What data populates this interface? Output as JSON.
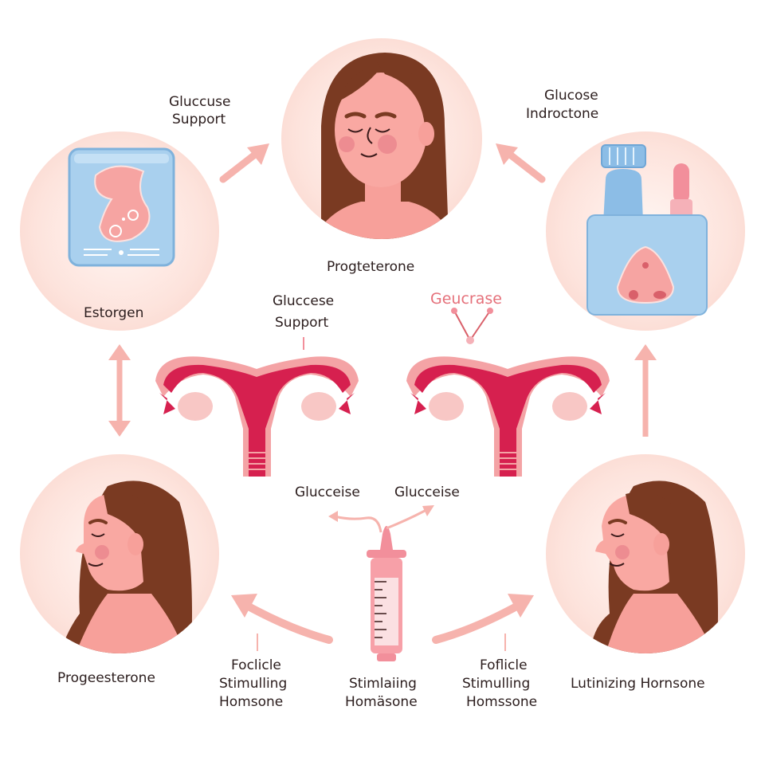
{
  "diagram": {
    "type": "hormone-cycle-infographic",
    "colors": {
      "background": "#ffffff",
      "circle_fill": "#fde3dc",
      "skin": "#f7a09a",
      "hair": "#7a3a22",
      "uterus_dark": "#d6204f",
      "uterus_light": "#f4a3a5",
      "arrow": "#f6b3ad",
      "package_blue": "#a9d0ee",
      "accent_pink_text": "#e5707a"
    },
    "nodes": [
      {
        "id": "top-woman",
        "illustration": "woman-face-eyes-closed",
        "label": "Progteterone"
      },
      {
        "id": "top-left-package",
        "illustration": "blue-package-with-cell",
        "label": "Estorgen"
      },
      {
        "id": "top-right-bottles",
        "illustration": "blue-bottle-and-dropper-container",
        "label": ""
      },
      {
        "id": "bottom-left-woman",
        "illustration": "woman-profile-left",
        "label": "Progeesterone"
      },
      {
        "id": "bottom-right-woman",
        "illustration": "woman-profile-left",
        "label": "Lutinizing Hornsone"
      },
      {
        "id": "uterus-left",
        "illustration": "uterus",
        "label": "Gluccese Support"
      },
      {
        "id": "uterus-right",
        "illustration": "uterus",
        "label": "Geucrase"
      },
      {
        "id": "syringe",
        "illustration": "syringe",
        "label": "Stimlaiing Homäsone"
      }
    ],
    "labels": {
      "top_left_arrow": [
        "Gluccuse",
        "Support"
      ],
      "top_right_arrow": [
        "Glucose",
        "Indroctone"
      ],
      "top_center": "Progteterone",
      "left_package": "Estorgen",
      "uterus_left": [
        "Gluccese",
        "Support"
      ],
      "uterus_right": "Geucrase",
      "syringe_left": "Glucceise",
      "syringe_right": "Glucceise",
      "bottom_left": "Progeesterone",
      "bottom_mid_left": [
        "Foclicle",
        "Stimulling",
        "Homsone"
      ],
      "bottom_center": [
        "Stimlaiing",
        "Homäsone"
      ],
      "bottom_mid_right": [
        "Foflicle",
        "Stimulling",
        "Homssone"
      ],
      "bottom_right": "Lutinizing Hornsone"
    },
    "edges": [
      {
        "from": "top-left-package",
        "to": "top-woman",
        "direction": "up-right"
      },
      {
        "from": "top-right-bottles",
        "to": "top-woman",
        "direction": "up-left"
      },
      {
        "from": "top-left-package",
        "to": "bottom-left-woman",
        "direction": "bidirectional-vertical"
      },
      {
        "from": "bottom-right-woman",
        "to": "top-right-bottles",
        "direction": "up"
      },
      {
        "from": "syringe",
        "to": "bottom-left-woman",
        "direction": "left-curved"
      },
      {
        "from": "syringe",
        "to": "bottom-right-woman",
        "direction": "right-curved"
      }
    ]
  }
}
